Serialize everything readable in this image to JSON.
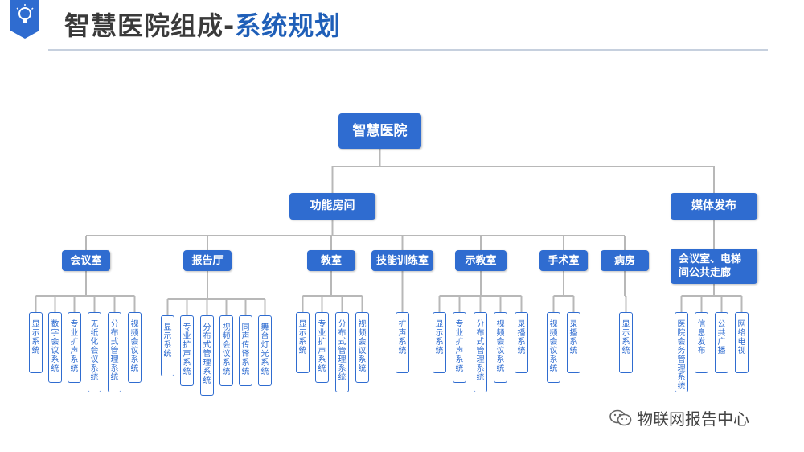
{
  "header": {
    "title_main": "智慧医院组成",
    "title_sep": "-",
    "title_accent": "系统规划",
    "badge_icon": "lightbulb-icon"
  },
  "colors": {
    "node_fill": "#2f6cd0",
    "accent_text": "#1f5fb8",
    "connector": "#b8b8b8",
    "title_text": "#3a3a3a"
  },
  "diagram": {
    "root": "智慧医院",
    "groups": [
      {
        "label": "功能房间",
        "rooms": [
          {
            "label": "会议室",
            "leaves": [
              "显示系统",
              "数字会议系统",
              "专业扩声系统",
              "无纸化会议系统",
              "分布式管理系统",
              "视频会议系统"
            ]
          },
          {
            "label": "报告厅",
            "leaves": [
              "显示系统",
              "专业扩声系统",
              "分布式管理系统",
              "视频会议系统",
              "同声传译系统",
              "舞台灯光系统"
            ]
          },
          {
            "label": "教室",
            "leaves": [
              "显示系统",
              "专业扩声系统",
              "分布式管理系统",
              "视频会议系统"
            ]
          },
          {
            "label": "技能训练室",
            "leaves": [
              "扩声系统"
            ]
          },
          {
            "label": "示教室",
            "leaves": [
              "显示系统",
              "专业扩声系统",
              "分布式管理系统",
              "视频会议系统",
              "录播系统"
            ]
          },
          {
            "label": "手术室",
            "leaves": [
              "视频会议系统",
              "录播系统"
            ]
          },
          {
            "label": "病房",
            "leaves": [
              "显示系统"
            ]
          }
        ]
      },
      {
        "label": "媒体发布",
        "rooms": [
          {
            "label": "会议室、电梯间公共走廊",
            "leaves": [
              "医院会务管理系统",
              "信息发布",
              "公共广播",
              "网络电视"
            ]
          }
        ]
      }
    ]
  },
  "watermark": {
    "icon": "wechat-icon",
    "text": "物联网报告中心"
  }
}
